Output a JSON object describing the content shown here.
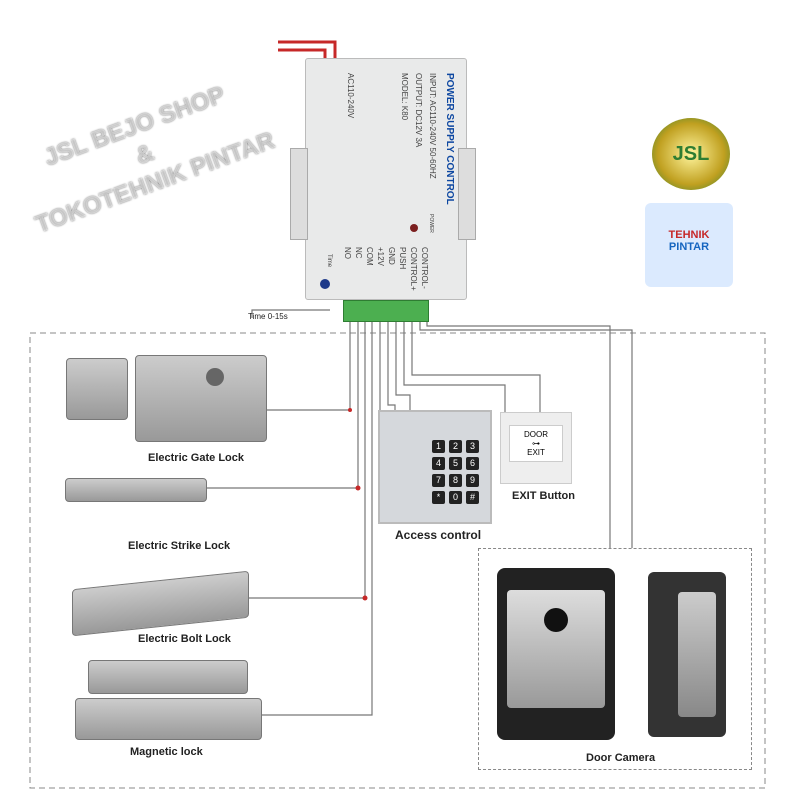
{
  "psu": {
    "title": "POWER SUPPLY CONTROL",
    "input": "INPUT: AC110-240V 50-60HZ",
    "output": "OUTPUT: DC12V  3A",
    "model": "MODEL: K80",
    "ac": "AC110-240V",
    "power": "POWER",
    "time": "Time",
    "terminals": [
      "CONTROL-",
      "CONTROL+",
      "PUSH",
      "GND",
      "+12V",
      "COM",
      "NC",
      "NO"
    ],
    "time_range": "Time 0-15s"
  },
  "keypad": {
    "keys": [
      "1",
      "2",
      "3",
      "4",
      "5",
      "6",
      "7",
      "8",
      "9",
      "*",
      "0",
      "#"
    ]
  },
  "exit_button": {
    "top": "DOOR",
    "bottom": "EXIT"
  },
  "labels": {
    "gate_lock": "Electric Gate Lock",
    "strike_lock": "Electric Strike Lock",
    "bolt_lock": "Electric Bolt Lock",
    "magnetic_lock": "Magnetic lock",
    "access_control": "Access control",
    "exit_button": "EXIT Button",
    "door_camera": "Door  Camera"
  },
  "logos": {
    "jsl": "JSL",
    "tehnik": "TEHNIK",
    "pintar": "PINTAR"
  },
  "watermark": {
    "line1": "JSL BEJO SHOP",
    "line2": "&",
    "line3": "TOKOTEHNIK PINTAR"
  }
}
